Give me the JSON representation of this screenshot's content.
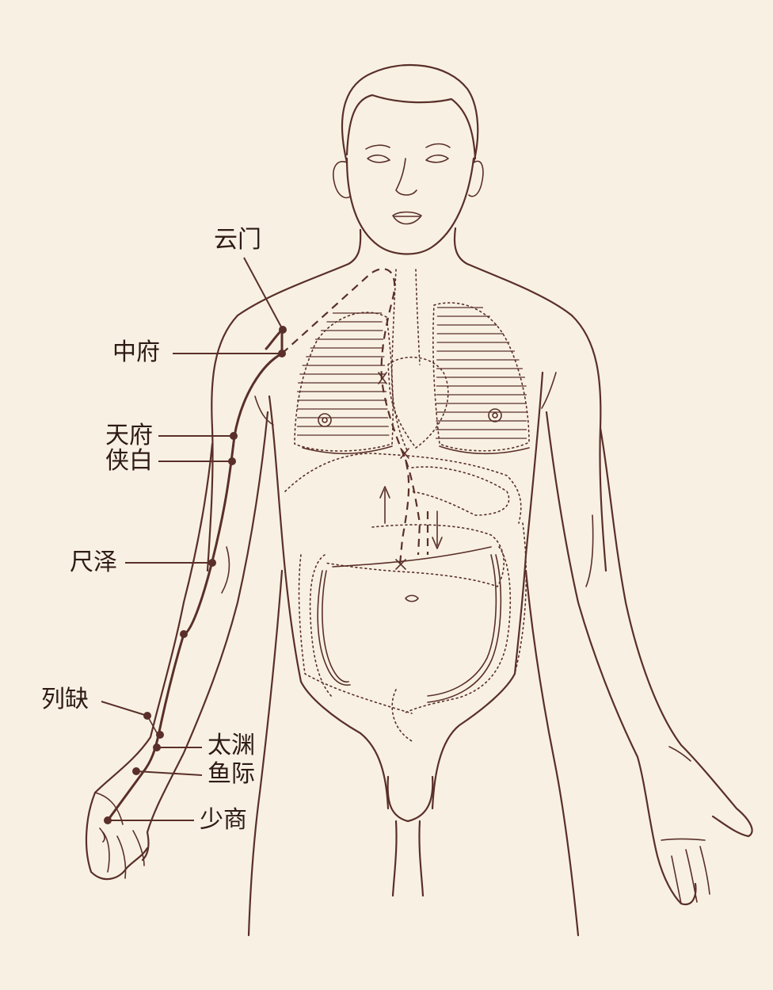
{
  "colors": {
    "line": "#5a2f2a",
    "background": "#f8f1e3",
    "text": "#2e1a16"
  },
  "acupoints": [
    {
      "id": "yunmen",
      "label": "云门"
    },
    {
      "id": "zhongfu",
      "label": "中府"
    },
    {
      "id": "tianfu",
      "label": "天府"
    },
    {
      "id": "xiabai",
      "label": "侠白"
    },
    {
      "id": "chize",
      "label": "尺泽"
    },
    {
      "id": "lieque",
      "label": "列缺"
    },
    {
      "id": "taiyuan",
      "label": "太渊"
    },
    {
      "id": "yuji",
      "label": "鱼际"
    },
    {
      "id": "shaoshang",
      "label": "少商"
    }
  ]
}
